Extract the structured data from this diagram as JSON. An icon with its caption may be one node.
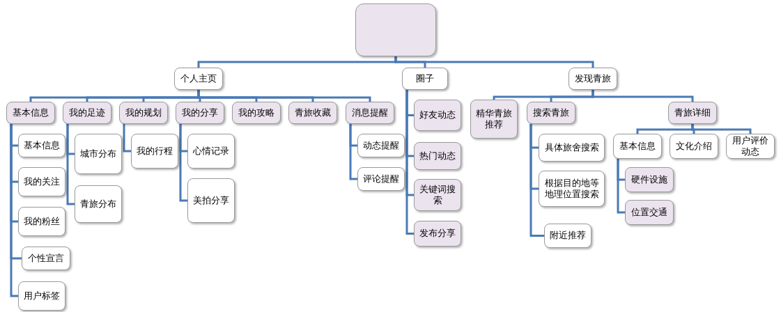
{
  "diagram": {
    "nodes": [
      {
        "text": [],
        "shape": "box"
      },
      {
        "text": [
          "个人主页"
        ]
      },
      {
        "text": [
          "圈子"
        ]
      },
      {
        "text": [
          "发现青旅"
        ]
      },
      {
        "text": [
          "基本信息"
        ]
      },
      {
        "text": [
          "基本信息"
        ]
      },
      {
        "text": [
          "我的关注"
        ]
      },
      {
        "text": [
          "我的粉丝"
        ]
      },
      {
        "text": [
          "个性宣言"
        ]
      },
      {
        "text": [
          "用户标签"
        ]
      },
      {
        "text": [
          "我的足迹"
        ]
      },
      {
        "text": [
          "城市分布"
        ]
      },
      {
        "text": [
          "青旅分布"
        ]
      },
      {
        "text": [
          "我的规划"
        ]
      },
      {
        "text": [
          "我的行程"
        ]
      },
      {
        "text": [
          "我的分享"
        ]
      },
      {
        "text": [
          "心情记录"
        ]
      },
      {
        "text": [
          "美拍分享"
        ]
      },
      {
        "text": [
          "我的攻略"
        ]
      },
      {
        "text": [
          "青旅收藏"
        ]
      },
      {
        "text": [
          "消息提醒"
        ]
      },
      {
        "text": [
          "动态提醒"
        ]
      },
      {
        "text": [
          "评论提醒"
        ]
      },
      {
        "text": [
          "好友动态"
        ]
      },
      {
        "text": [
          "热门动态"
        ]
      },
      {
        "text": [
          "关键词搜索"
        ]
      },
      {
        "text": [
          "发布分享"
        ]
      },
      {
        "text": [
          "精华青旅推荐"
        ]
      },
      {
        "text": [
          "搜索青旅"
        ]
      },
      {
        "text": [
          "具体旅舍搜索"
        ]
      },
      {
        "text": [
          "根据目的地等地理位置搜索"
        ]
      },
      {
        "text": [
          "附近推荐"
        ]
      },
      {
        "text": [
          "青旅详细"
        ]
      },
      {
        "text": [
          "基本信息"
        ]
      },
      {
        "text": [
          "文化介绍"
        ]
      },
      {
        "text": [
          "用户评价动态"
        ]
      },
      {
        "text": [
          "硬件设施"
        ]
      },
      {
        "text": [
          "位置交通"
        ]
      }
    ],
    "edges": [
      {
        "from": 0,
        "to": 1,
        "arrow": "none"
      },
      {
        "from": 0,
        "to": 2,
        "arrow": "none"
      },
      {
        "from": 0,
        "to": 3,
        "arrow": "none"
      },
      {
        "from": 1,
        "to": 4,
        "arrow": "none"
      },
      {
        "from": 1,
        "to": 10,
        "arrow": "none"
      },
      {
        "from": 1,
        "to": 13,
        "arrow": "none"
      },
      {
        "from": 1,
        "to": 15,
        "arrow": "none"
      },
      {
        "from": 1,
        "to": 18,
        "arrow": "none"
      },
      {
        "from": 1,
        "to": 19,
        "arrow": "none"
      },
      {
        "from": 1,
        "to": 20,
        "arrow": "none"
      },
      {
        "from": 4,
        "to": 5,
        "arrow": "none"
      },
      {
        "from": 4,
        "to": 6,
        "arrow": "none"
      },
      {
        "from": 4,
        "to": 7,
        "arrow": "none"
      },
      {
        "from": 4,
        "to": 8,
        "arrow": "none"
      },
      {
        "from": 4,
        "to": 9,
        "arrow": "none"
      },
      {
        "from": 10,
        "to": 11,
        "arrow": "none"
      },
      {
        "from": 10,
        "to": 12,
        "arrow": "none"
      },
      {
        "from": 13,
        "to": 14,
        "arrow": "none"
      },
      {
        "from": 15,
        "to": 16,
        "arrow": "none"
      },
      {
        "from": 15,
        "to": 17,
        "arrow": "none"
      },
      {
        "from": 20,
        "to": 21,
        "arrow": "none"
      },
      {
        "from": 20,
        "to": 22,
        "arrow": "none"
      },
      {
        "from": 2,
        "to": 23,
        "arrow": "none"
      },
      {
        "from": 2,
        "to": 24,
        "arrow": "none"
      },
      {
        "from": 2,
        "to": 25,
        "arrow": "none"
      },
      {
        "from": 2,
        "to": 26,
        "arrow": "none"
      },
      {
        "from": 3,
        "to": 27,
        "arrow": "none"
      },
      {
        "from": 3,
        "to": 28,
        "arrow": "none"
      },
      {
        "from": 3,
        "to": 32,
        "arrow": "none"
      },
      {
        "from": 28,
        "to": 29,
        "arrow": "none"
      },
      {
        "from": 28,
        "to": 30,
        "arrow": "none"
      },
      {
        "from": 28,
        "to": 31,
        "arrow": "none"
      },
      {
        "from": 32,
        "to": 33,
        "arrow": "none"
      },
      {
        "from": 32,
        "to": 34,
        "arrow": "none"
      },
      {
        "from": 32,
        "to": 35,
        "arrow": "none"
      },
      {
        "from": 33,
        "to": 36,
        "arrow": "none"
      },
      {
        "from": 33,
        "to": 37,
        "arrow": "none"
      }
    ]
  }
}
